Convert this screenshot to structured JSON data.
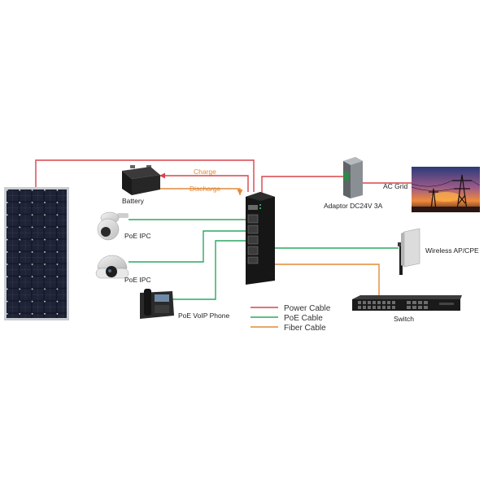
{
  "labels": {
    "battery": "Battery",
    "charge": "Charge",
    "discharge": "Discharge",
    "ipc1": "PoE IPC",
    "ipc2": "PoE IPC",
    "phone": "PoE VoIP Phone",
    "adaptor": "Adaptor DC24V 3A",
    "ac_grid": "AC Grid",
    "wireless": "Wireless AP/CPE",
    "switch": "Switch"
  },
  "legend": [
    {
      "label": "Power Cable",
      "color": "#d9434a"
    },
    {
      "label": "PoE Cable",
      "color": "#2aa860"
    },
    {
      "label": "Fiber Cable",
      "color": "#e08a3a"
    }
  ],
  "colors": {
    "power": "#d9434a",
    "poe": "#2aa860",
    "fiber": "#e08a3a",
    "flow_text": "#e08a3a"
  },
  "icons": [
    "solar-panel-icon",
    "battery-icon",
    "ptz-camera-icon",
    "dome-camera-icon",
    "voip-phone-icon",
    "poe-switch-icon",
    "power-adaptor-icon",
    "power-tower-icon",
    "wireless-ap-icon",
    "network-switch-icon"
  ]
}
